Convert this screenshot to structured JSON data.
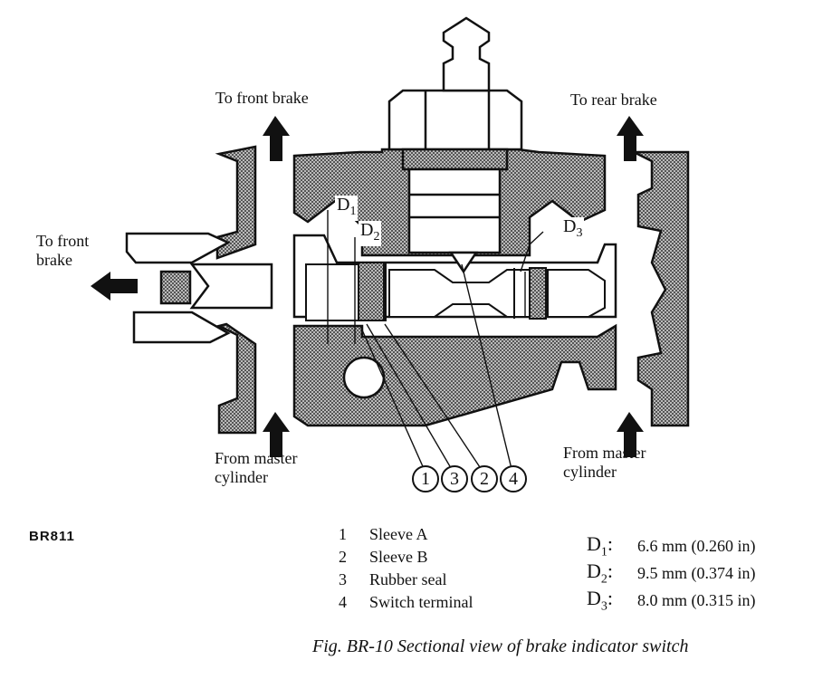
{
  "figure": {
    "id": "BR811",
    "caption": "Fig. BR-10  Sectional view of brake indicator switch"
  },
  "port_labels": {
    "front_brake_top": "To front brake",
    "rear_brake_top": "To rear brake",
    "front_brake_left": "To front brake",
    "from_master_left": "From master cylinder",
    "from_master_right": "From master cylinder"
  },
  "dimension_markers": {
    "d1": {
      "letter": "D",
      "sub": "1"
    },
    "d2": {
      "letter": "D",
      "sub": "2"
    },
    "d3": {
      "letter": "D",
      "sub": "3"
    }
  },
  "callouts": [
    "1",
    "3",
    "2",
    "4"
  ],
  "legend": [
    {
      "num": "1",
      "name": "Sleeve A"
    },
    {
      "num": "2",
      "name": "Sleeve B"
    },
    {
      "num": "3",
      "name": "Rubber seal"
    },
    {
      "num": "4",
      "name": "Switch terminal"
    }
  ],
  "dimensions": [
    {
      "letter": "D",
      "sub": "1",
      "sep": ":",
      "value": "6.6 mm (0.260 in)"
    },
    {
      "letter": "D",
      "sub": "2",
      "sep": ":",
      "value": "9.5 mm (0.374 in)"
    },
    {
      "letter": "D",
      "sub": "3",
      "sep": ":",
      "value": "8.0 mm (0.315 in)"
    }
  ]
}
